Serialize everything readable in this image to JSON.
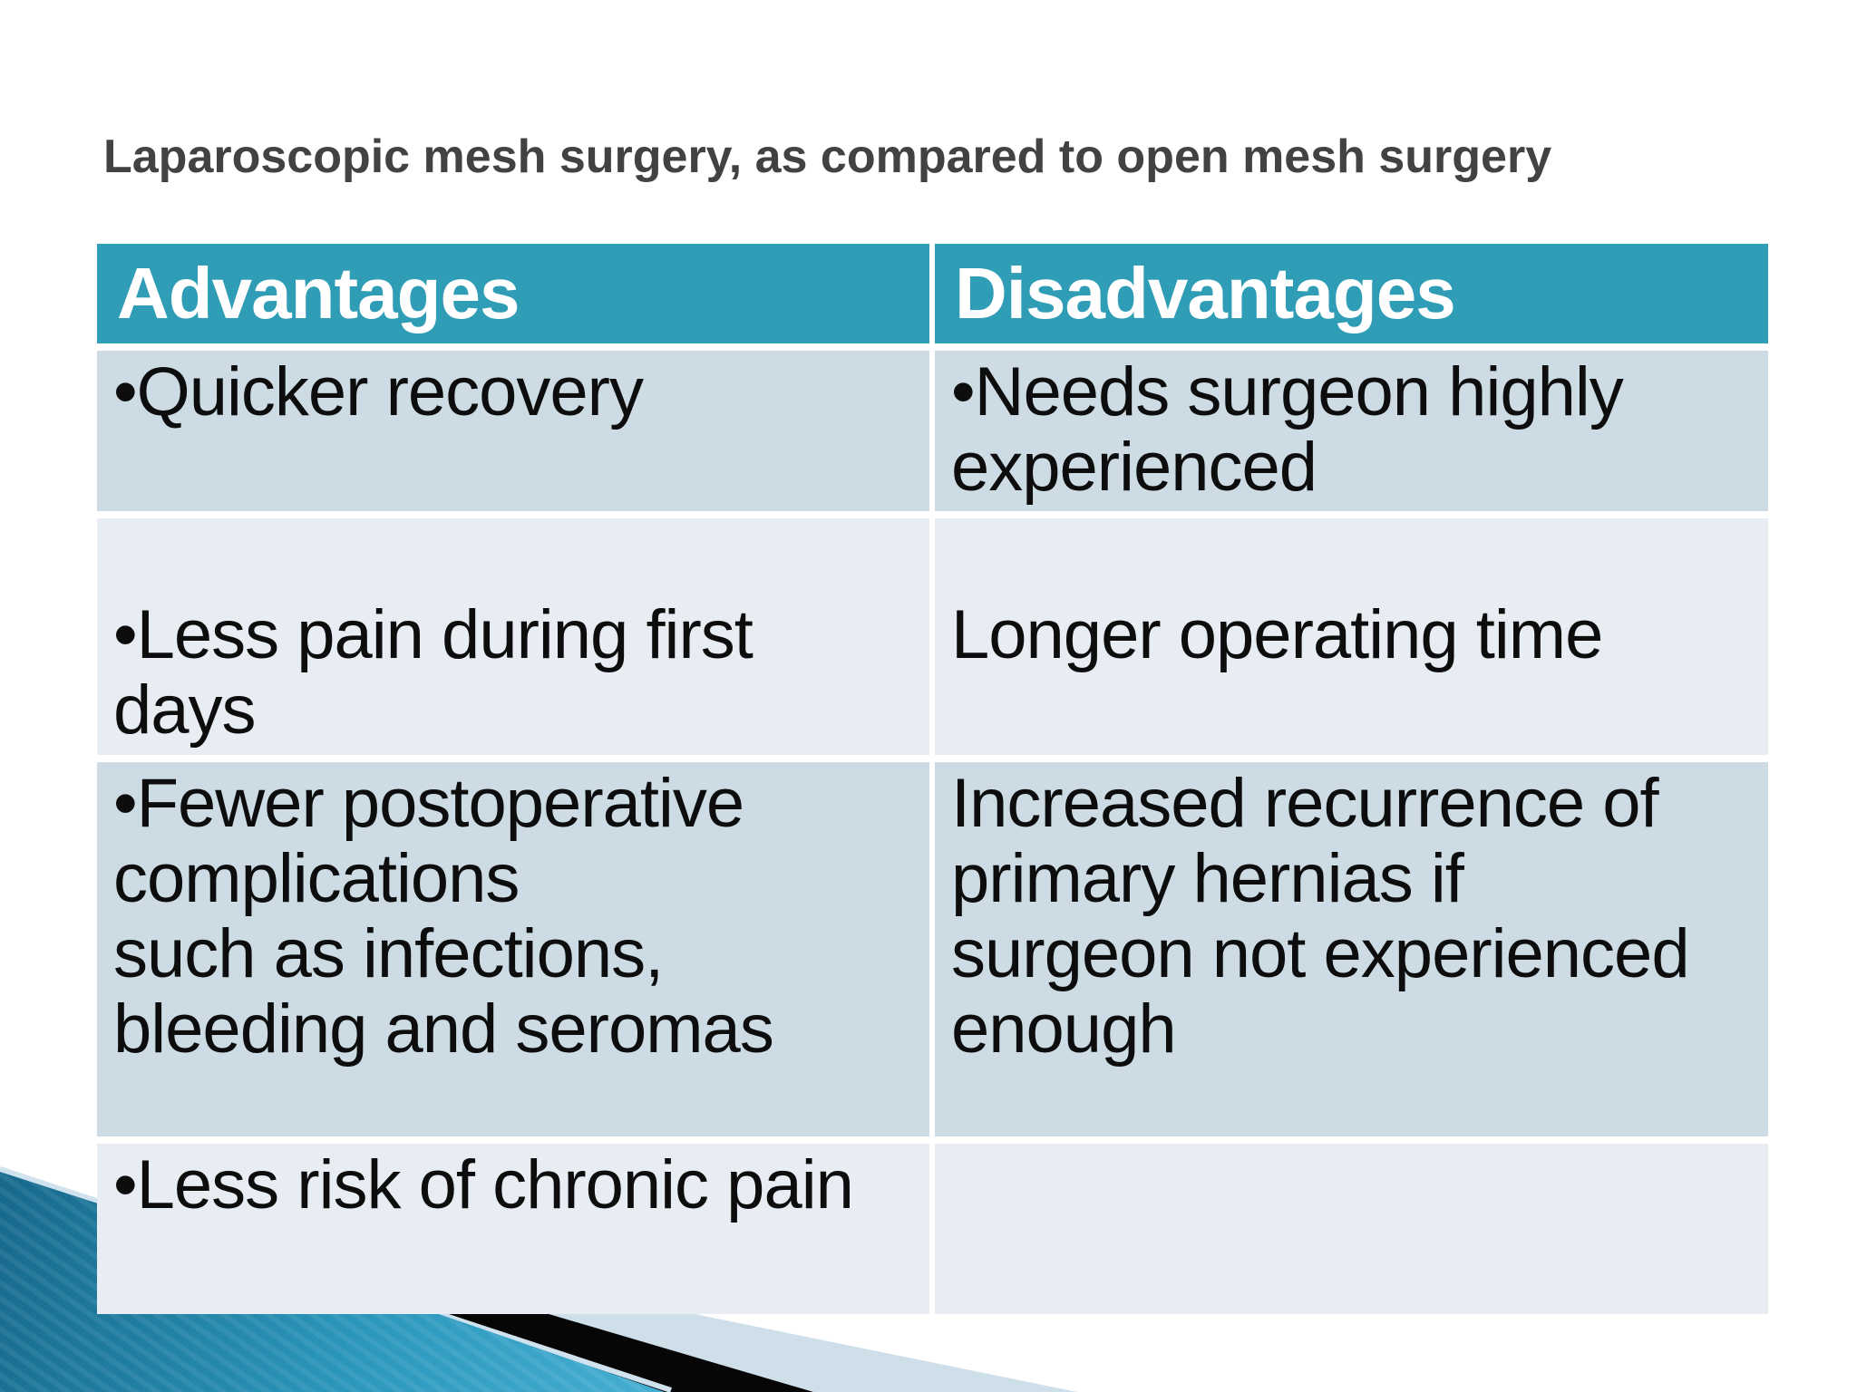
{
  "slide": {
    "title": "Laparoscopic mesh surgery, as compared to open mesh surgery"
  },
  "table": {
    "headers": [
      "Advantages",
      "Disadvantages"
    ],
    "rows": [
      {
        "advantage": "•Quicker recovery",
        "disadvantage": "•Needs surgeon highly\nexperienced"
      },
      {
        "advantage": "\n•Less pain during first\ndays",
        "disadvantage": "\nLonger operating time"
      },
      {
        "advantage": "•Fewer postoperative\ncomplications\nsuch as infections,\nbleeding and seromas",
        "disadvantage": "Increased recurrence of\nprimary hernias if\nsurgeon not experienced\nenough"
      },
      {
        "advantage": "•Less risk of chronic pain",
        "disadvantage": ""
      }
    ]
  },
  "colors": {
    "title_text": "#424242",
    "header_bg": "#2E9DB5",
    "header_text": "#FFFFFF",
    "row_dark": "#CDDCE4",
    "row_light": "#E8EDF3",
    "body_text": "#0D0D0D",
    "ribbon_pale": "#CEDFEA",
    "ribbon_black": "#060606",
    "ribbon_teal_dark": "#17688B",
    "ribbon_teal_mid": "#2B97BC",
    "ribbon_teal_light": "#47B1D4",
    "ribbon_highlight_line": "#CFE2EE"
  }
}
